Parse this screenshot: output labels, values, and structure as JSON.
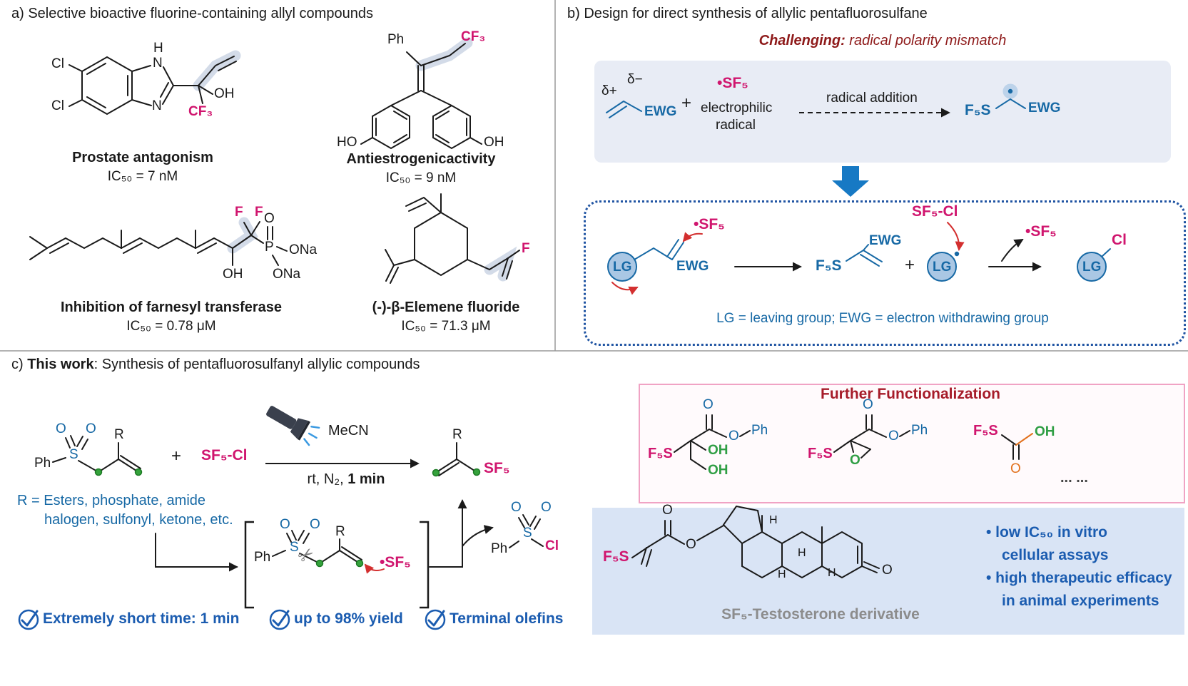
{
  "colors": {
    "chem_blue": "#1769a5",
    "statement_blue": "#1b5cb0",
    "sf5_pink": "#d0156e",
    "challenge_dark_red": "#8e1a1a",
    "further_title_red": "#a61b29",
    "green": "#2f9e44",
    "mismatch_box_bg": "#e8ecf5",
    "testosterone_box_bg": "#d9e4f5",
    "further_box_border": "#f0a3c4"
  },
  "panel_a": {
    "title": "a) Selective bioactive fluorine-containing allyl compounds",
    "benzimidazole": {
      "cl_top": "Cl",
      "cl_bottom": "Cl",
      "nh_h": "H",
      "nh_n": "N",
      "n": "N",
      "oh": "OH",
      "cf3": "CF₃",
      "caption": "Prostate antagonism",
      "ic50": "IC₅₀ = 7 nM"
    },
    "antiestrogen": {
      "ph": "Ph",
      "cf3": "CF₃",
      "ho": "HO",
      "oh": "OH",
      "caption": "Antiestrogenicactivity",
      "ic50": "IC₅₀ = 9 nM"
    },
    "farnesyl": {
      "f1": "F",
      "f2": "F",
      "oh": "OH",
      "o": "O",
      "p": "P",
      "ona_right": "ONa",
      "ona_down": "ONa",
      "caption": "Inhibition of farnesyl transferase",
      "ic50": "IC₅₀ = 0.78 μM"
    },
    "elemene": {
      "f": "F",
      "caption": "(-)-β-Elemene fluoride",
      "ic50": "IC₅₀ = 71.3 μM"
    }
  },
  "panel_b": {
    "title": "b) Design for direct synthesis of allylic pentafluorosulfane",
    "challenge_head": "Challenging:",
    "challenge_rest": " radical polarity mismatch",
    "mismatch": {
      "delta_plus": "δ+",
      "delta_minus": "δ−",
      "ewg": "EWG",
      "plus": "+",
      "sf5_radical": "•SF₅",
      "electrophilic": "electrophilic",
      "radical": "radical",
      "arrow_label": "radical addition",
      "f5s": "F₅S",
      "ewg_product": "EWG"
    },
    "design": {
      "lg1": "LG",
      "ewg1": "EWG",
      "sf5_radical": "•SF₅",
      "f5s": "F₅S",
      "ewg2": "EWG",
      "plus": "+",
      "lg2": "LG",
      "sf5cl": "SF₅-Cl",
      "sf5_out": "•SF₅",
      "lg3": "LG",
      "cl": "Cl",
      "legend": "LG = leaving group; EWG = electron withdrawing group"
    }
  },
  "panel_c": {
    "title_prefix": "c) ",
    "title_bold": "This work",
    "title_rest": ": Synthesis of pentafluorosulfanyl allylic compounds",
    "reagent": {
      "o1": "O",
      "o2": "O",
      "s": "S",
      "ph": "Ph",
      "r": "R"
    },
    "plus": "+",
    "sf5cl": "SF₅-Cl",
    "conditions": {
      "solvent": "MeCN",
      "pre": "rt, N₂, ",
      "time": "1 min"
    },
    "product": {
      "r": "R",
      "sf5": "SF₅"
    },
    "r_scope1": "R = Esters, phosphate, amide",
    "r_scope2": "halogen, sulfonyl, ketone, etc.",
    "intermediate": {
      "o1": "O",
      "o2": "O",
      "s": "S",
      "ph": "Ph",
      "r": "R",
      "sf5_radical": "•SF₅",
      "scissors": "✂"
    },
    "byproduct": {
      "o1": "O",
      "o2": "O",
      "s": "S",
      "ph": "Ph",
      "cl": "Cl"
    },
    "checks": [
      "Extremely short time: 1 min",
      "up to 98% yield",
      "Terminal olefins"
    ],
    "further": {
      "title": "Further Functionalization",
      "p1": {
        "f5s": "F₅S",
        "o_carbonyl": "O",
        "o_ester": "O",
        "ph": "Ph",
        "oh1": "OH",
        "oh2": "OH"
      },
      "p2": {
        "f5s": "F₅S",
        "o_carbonyl": "O",
        "o_ester": "O",
        "ph": "Ph",
        "o_epoxide": "O"
      },
      "p3": {
        "f5s": "F₅S",
        "o": "O",
        "oh": "OH"
      },
      "more": "... ..."
    },
    "testosterone": {
      "f5s": "F₅S",
      "o_carbonyl": "O",
      "o_ester": "O",
      "o_ketone": "O",
      "h1": "H",
      "h2": "H",
      "h3": "H",
      "h4": "H",
      "caption": "SF₅-Testosterone derivative",
      "bullet1": "• low IC₅₀ in vitro",
      "bullet2": "cellular assays",
      "bullet3": "• high therapeutic efficacy",
      "bullet4": "in animal experiments"
    }
  }
}
